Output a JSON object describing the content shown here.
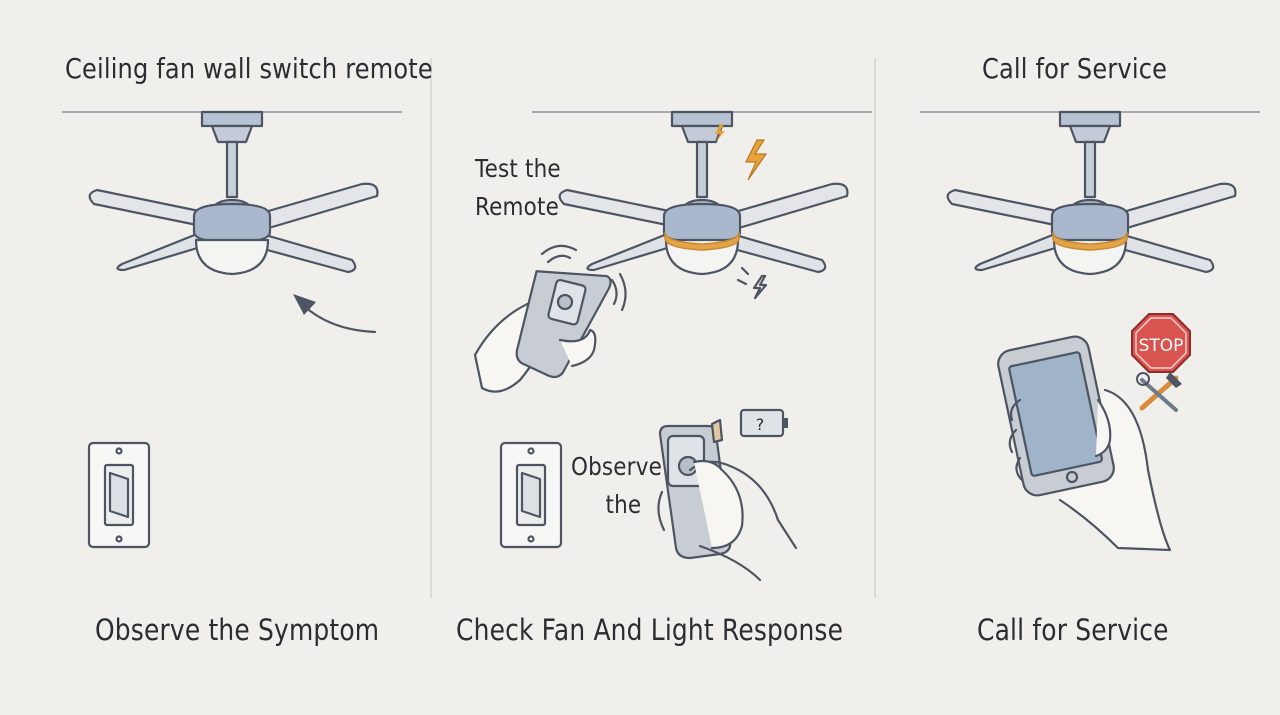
{
  "panels": [
    {
      "header": "Ceiling fan wall switch remote",
      "footer": "Observe the Symptom"
    },
    {
      "header": "",
      "annotation_top": [
        "Test the",
        "Remote"
      ],
      "annotation_mid": [
        "Observe",
        "the"
      ],
      "battery_label": "?",
      "footer": "Check Fan And Light Response"
    },
    {
      "header": "Call for Service",
      "stop_sign": "STOP",
      "footer": "Call for Service"
    }
  ],
  "colors": {
    "background": "#f0efeb",
    "fan_body": "#a9b8cc",
    "light_ring": "#e4a44a",
    "stop_red": "#d9534f",
    "spark": "#e8a23a"
  }
}
